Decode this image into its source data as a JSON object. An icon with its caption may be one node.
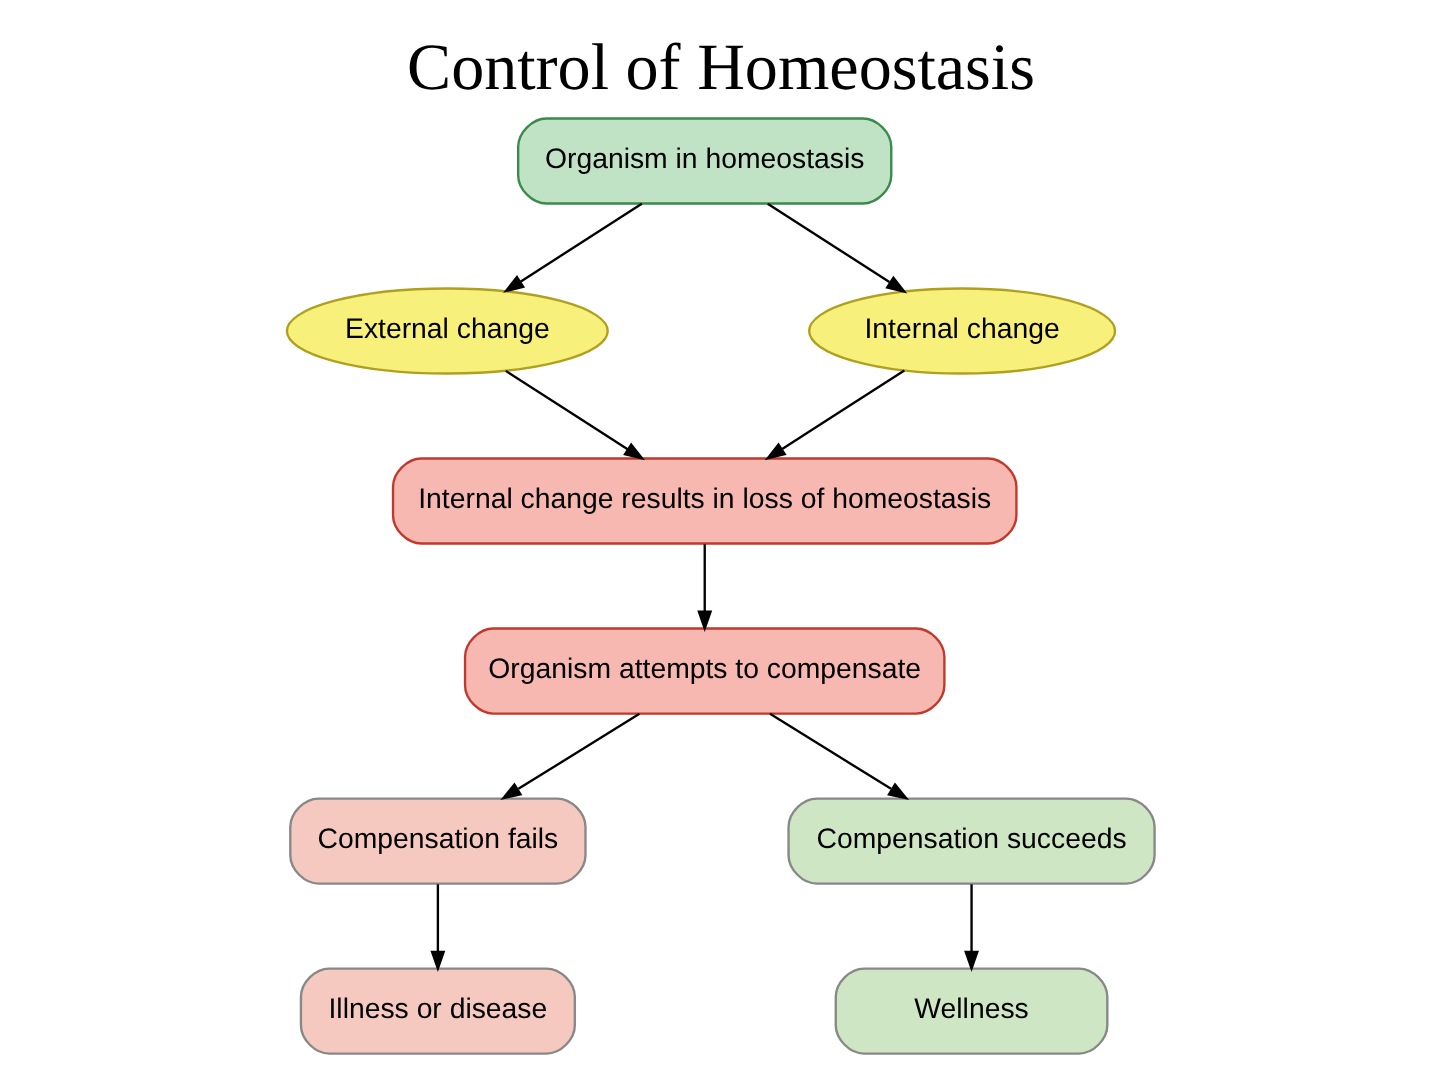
{
  "diagram": {
    "title": "Control of Homeostasis",
    "nodes": [
      {
        "text": [
          "Organism in homeostasis"
        ]
      },
      {
        "text": [
          "External change"
        ]
      },
      {
        "text": [
          "Internal change"
        ]
      },
      {
        "text": [
          "Internal change results in loss of homeostasis"
        ]
      },
      {
        "text": [
          "Organism attempts to compensate"
        ]
      },
      {
        "text": [
          "Compensation fails"
        ]
      },
      {
        "text": [
          "Compensation succeeds"
        ]
      },
      {
        "text": [
          "Illness or disease"
        ]
      },
      {
        "text": [
          "Wellness"
        ]
      }
    ],
    "edges": [
      {
        "from": 0,
        "to": 1,
        "arrow": "to"
      },
      {
        "from": 0,
        "to": 2,
        "arrow": "to"
      },
      {
        "from": 1,
        "to": 3,
        "arrow": "to"
      },
      {
        "from": 2,
        "to": 3,
        "arrow": "to"
      },
      {
        "from": 3,
        "to": 4,
        "arrow": "to"
      },
      {
        "from": 4,
        "to": 5,
        "arrow": "to"
      },
      {
        "from": 4,
        "to": 6,
        "arrow": "to"
      },
      {
        "from": 5,
        "to": 7,
        "arrow": "to"
      },
      {
        "from": 6,
        "to": 8,
        "arrow": "to"
      }
    ]
  }
}
